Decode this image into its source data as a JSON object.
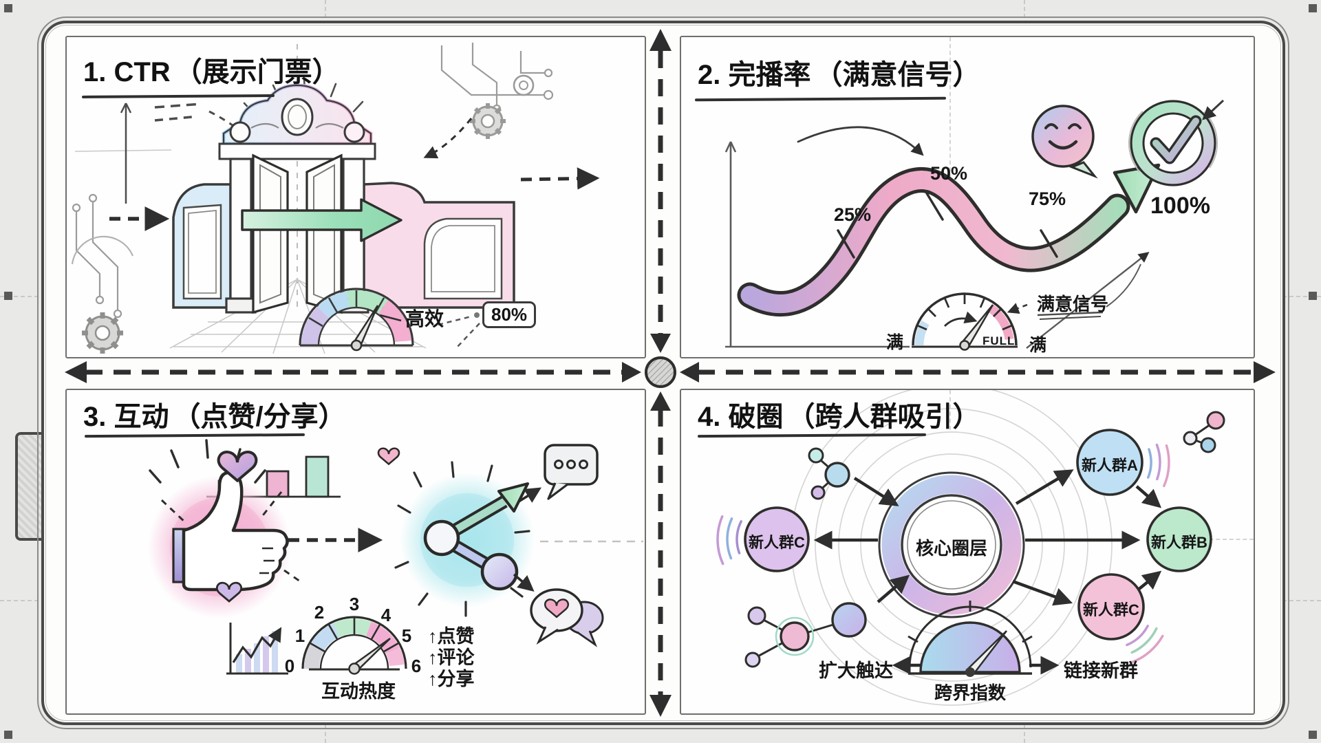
{
  "panels": {
    "q1": {
      "title": "1. CTR",
      "subtitle": "（展示门票）",
      "gauge_label": "高效",
      "ctr_badge": "80%"
    },
    "q2": {
      "title": "2. 完播率",
      "subtitle": "（满意信号）",
      "m25": "25%",
      "m50": "50%",
      "m75": "75%",
      "m100": "100%",
      "gauge_left": "满",
      "gauge_center": "FULL",
      "gauge_right": "满",
      "callout": "满意信号"
    },
    "q3": {
      "title": "3. 互动",
      "subtitle": "（点赞/分享）",
      "ticks": [
        "0",
        "1",
        "2",
        "3",
        "4",
        "5",
        "6"
      ],
      "gauge_label": "互动热度",
      "metric_like": "↑点赞",
      "metric_comment": "↑评论",
      "metric_share": "↑分享"
    },
    "q4": {
      "title": "4. 破圈",
      "subtitle": "（跨人群吸引）",
      "core": "核心圈层",
      "group_left": "新人群C",
      "group_a": "新人群A",
      "group_b": "新人群B",
      "group_c": "新人群C",
      "label_left": "扩大触达",
      "label_right": "链接新群",
      "gauge_label": "跨界指数"
    }
  },
  "colors": {
    "paper": "#fdfdfc",
    "ink": "#2f2f2f",
    "pastel_blue": "#bcdcf0",
    "pastel_pink": "#f2b0cd",
    "pastel_purple": "#cdb5e8",
    "pastel_green": "#a9dec0",
    "glow_pink": "#f6c6de",
    "glow_cyan": "#c4eef2"
  }
}
